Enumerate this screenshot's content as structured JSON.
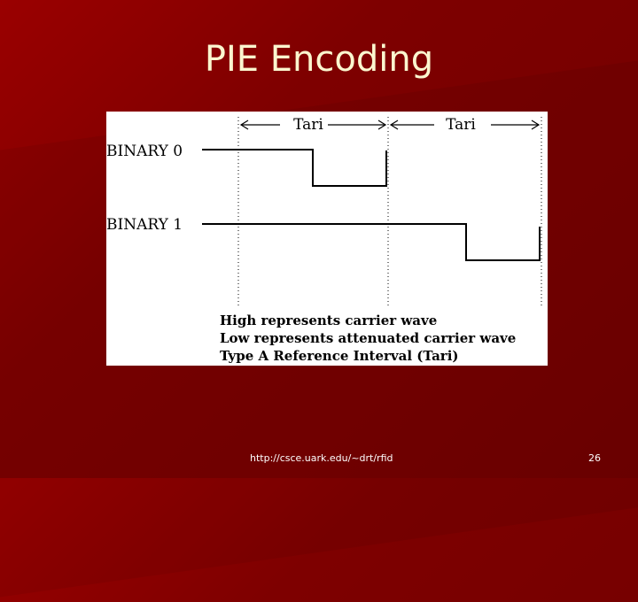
{
  "slide": {
    "title": "PIE Encoding",
    "footer_url": "http://csce.uark.edu/~drt/rfid",
    "page_number": "26"
  },
  "figure": {
    "interval_label_1": "Tari",
    "interval_label_2": "Tari",
    "binary0_label": "BINARY 0",
    "binary1_label": "BINARY 1",
    "legend": [
      "High represents carrier wave",
      "Low represents attenuated carrier wave",
      "Type A Reference Interval (Tari)"
    ]
  },
  "colors": {
    "background": "#7e0000",
    "title_text": "#fbf6cf",
    "figure_background": "#ffffff"
  }
}
